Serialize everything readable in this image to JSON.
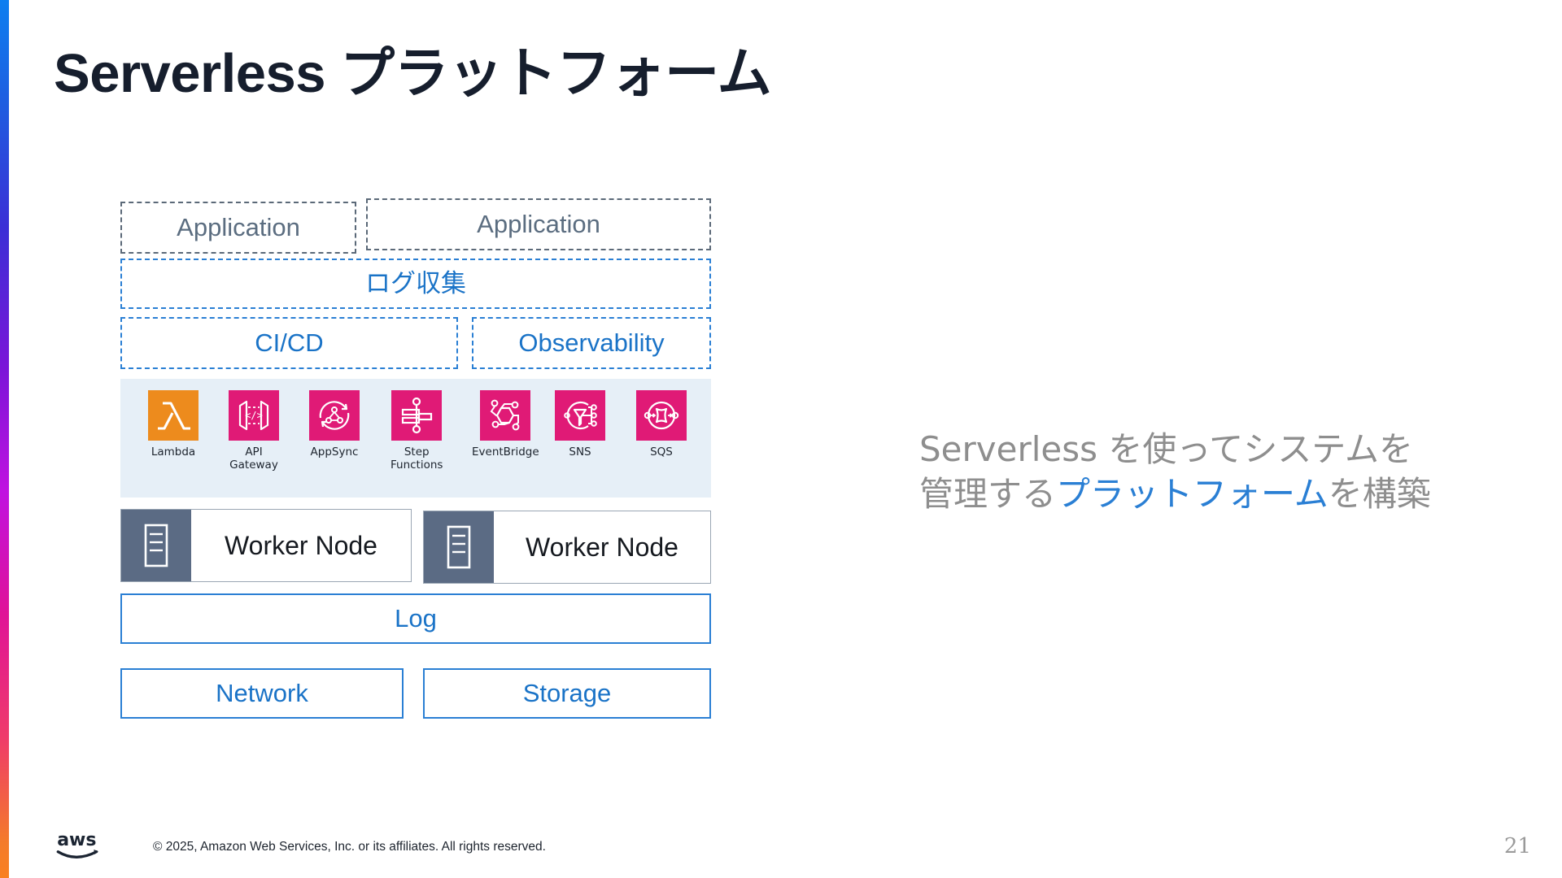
{
  "slide": {
    "title": "Serverless プラットフォーム",
    "page_number": "21"
  },
  "colors": {
    "accent_blue": "#2a7fd4",
    "text_blue": "#1a73c7",
    "gray_dash": "#5b6978",
    "gray_text": "#5b6d80",
    "band_bg": "#e6eff7",
    "lambda_orange": "#ed8b1d",
    "service_pink": "#e01a76",
    "worker_slate": "#5b6b84",
    "title_dark": "#161e2d",
    "caption_gray": "#8e8e8e",
    "page_gray": "#9a9a9a"
  },
  "diagram": {
    "application_boxes": [
      {
        "label": "Application"
      },
      {
        "label": "Application"
      }
    ],
    "log_collection": {
      "label": "ログ収集"
    },
    "pipeline_row": [
      {
        "label": "CI/CD"
      },
      {
        "label": "Observability"
      }
    ],
    "services": [
      {
        "name": "Lambda",
        "icon": "lambda-icon",
        "color": "#ed8b1d"
      },
      {
        "name": "API\nGateway",
        "icon": "api-gateway-icon",
        "color": "#e01a76"
      },
      {
        "name": "AppSync",
        "icon": "appsync-icon",
        "color": "#e01a76"
      },
      {
        "name": "Step\nFunctions",
        "icon": "step-functions-icon",
        "color": "#e01a76"
      },
      {
        "name": "EventBridge",
        "icon": "eventbridge-icon",
        "color": "#e01a76"
      },
      {
        "name": "SNS",
        "icon": "sns-icon",
        "color": "#e01a76"
      },
      {
        "name": "SQS",
        "icon": "sqs-icon",
        "color": "#e01a76"
      }
    ],
    "worker_nodes": [
      {
        "label": "Worker Node"
      },
      {
        "label": "Worker Node"
      }
    ],
    "log_bar": {
      "label": "Log"
    },
    "infra_row": [
      {
        "label": "Network"
      },
      {
        "label": "Storage"
      }
    ]
  },
  "caption": {
    "line1": "Serverless を使ってシステムを",
    "line2_pre": "管理する",
    "line2_highlight": "プラットフォーム",
    "line2_post": "を構築"
  },
  "footer": {
    "copyright": "© 2025, Amazon Web Services, Inc. or its affiliates. All rights reserved."
  }
}
